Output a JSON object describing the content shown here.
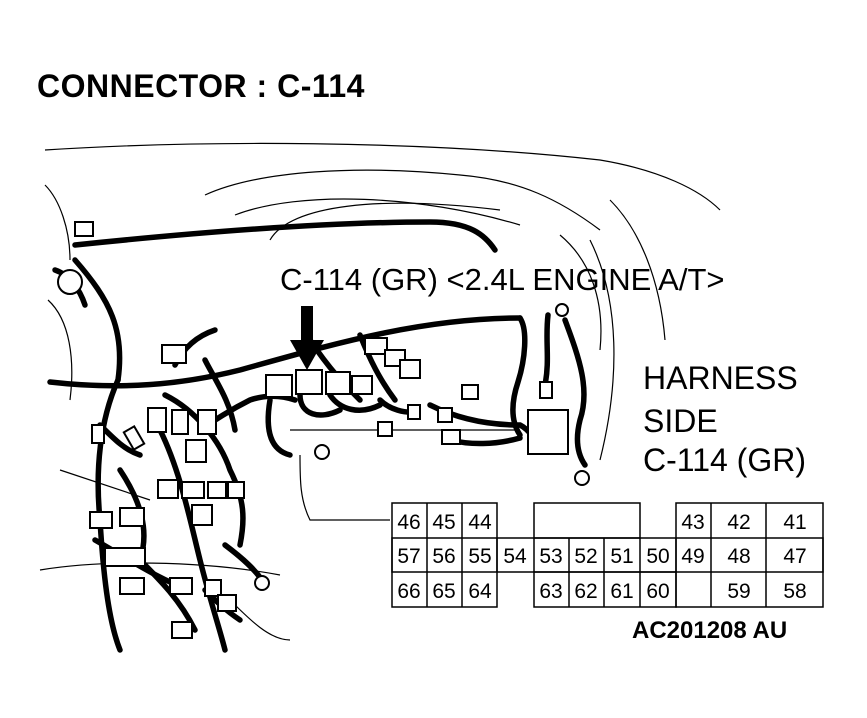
{
  "title": "CONNECTOR : C-114",
  "callout": "C-114 (GR) <2.4L ENGINE A/T>",
  "harness_label": {
    "line1": "HARNESS",
    "line2": "SIDE",
    "line3": "C-114 (GR)"
  },
  "reference": "AC201208 AU",
  "connector_pins": {
    "row1": [
      "46",
      "45",
      "44",
      "43",
      "42",
      "41"
    ],
    "row2": [
      "57",
      "56",
      "55",
      "54",
      "53",
      "52",
      "51",
      "50",
      "49",
      "48",
      "47"
    ],
    "row3": [
      "66",
      "65",
      "64",
      "63",
      "62",
      "61",
      "60",
      "59",
      "58"
    ]
  }
}
